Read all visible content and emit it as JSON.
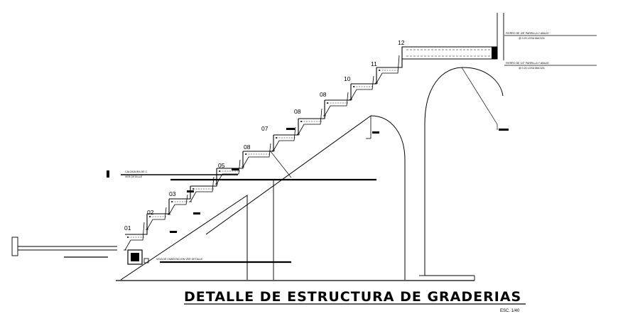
{
  "title": "DETALLE DE  ESTRUCTURA DE GRADERIAS",
  "scale": "ESC. 1/40",
  "step_numbers": [
    "01",
    "02",
    "03",
    "",
    "05",
    "08",
    "07",
    "08",
    "08",
    "10",
    "11",
    "12"
  ],
  "notes": {
    "upper_rebar_1": "FIERRO DE 3/8\" PARRILLA Y ABAJO",
    "upper_rebar_2": "@ 0.20 LOSA MACIZA",
    "lower_rebar_1": "FIERRO DE 1/2\" PARRILLA Y ABAJO",
    "lower_rebar_2": "@ 0.20 LOSA MACIZA",
    "left_note_1": "CALZADURA DE C.",
    "left_note_2": "VER DETALLE",
    "foundation_beam": "VIGA DE CIMENTACION VER DETALLE"
  },
  "colors": {
    "line": "#000000",
    "background": "#ffffff"
  }
}
